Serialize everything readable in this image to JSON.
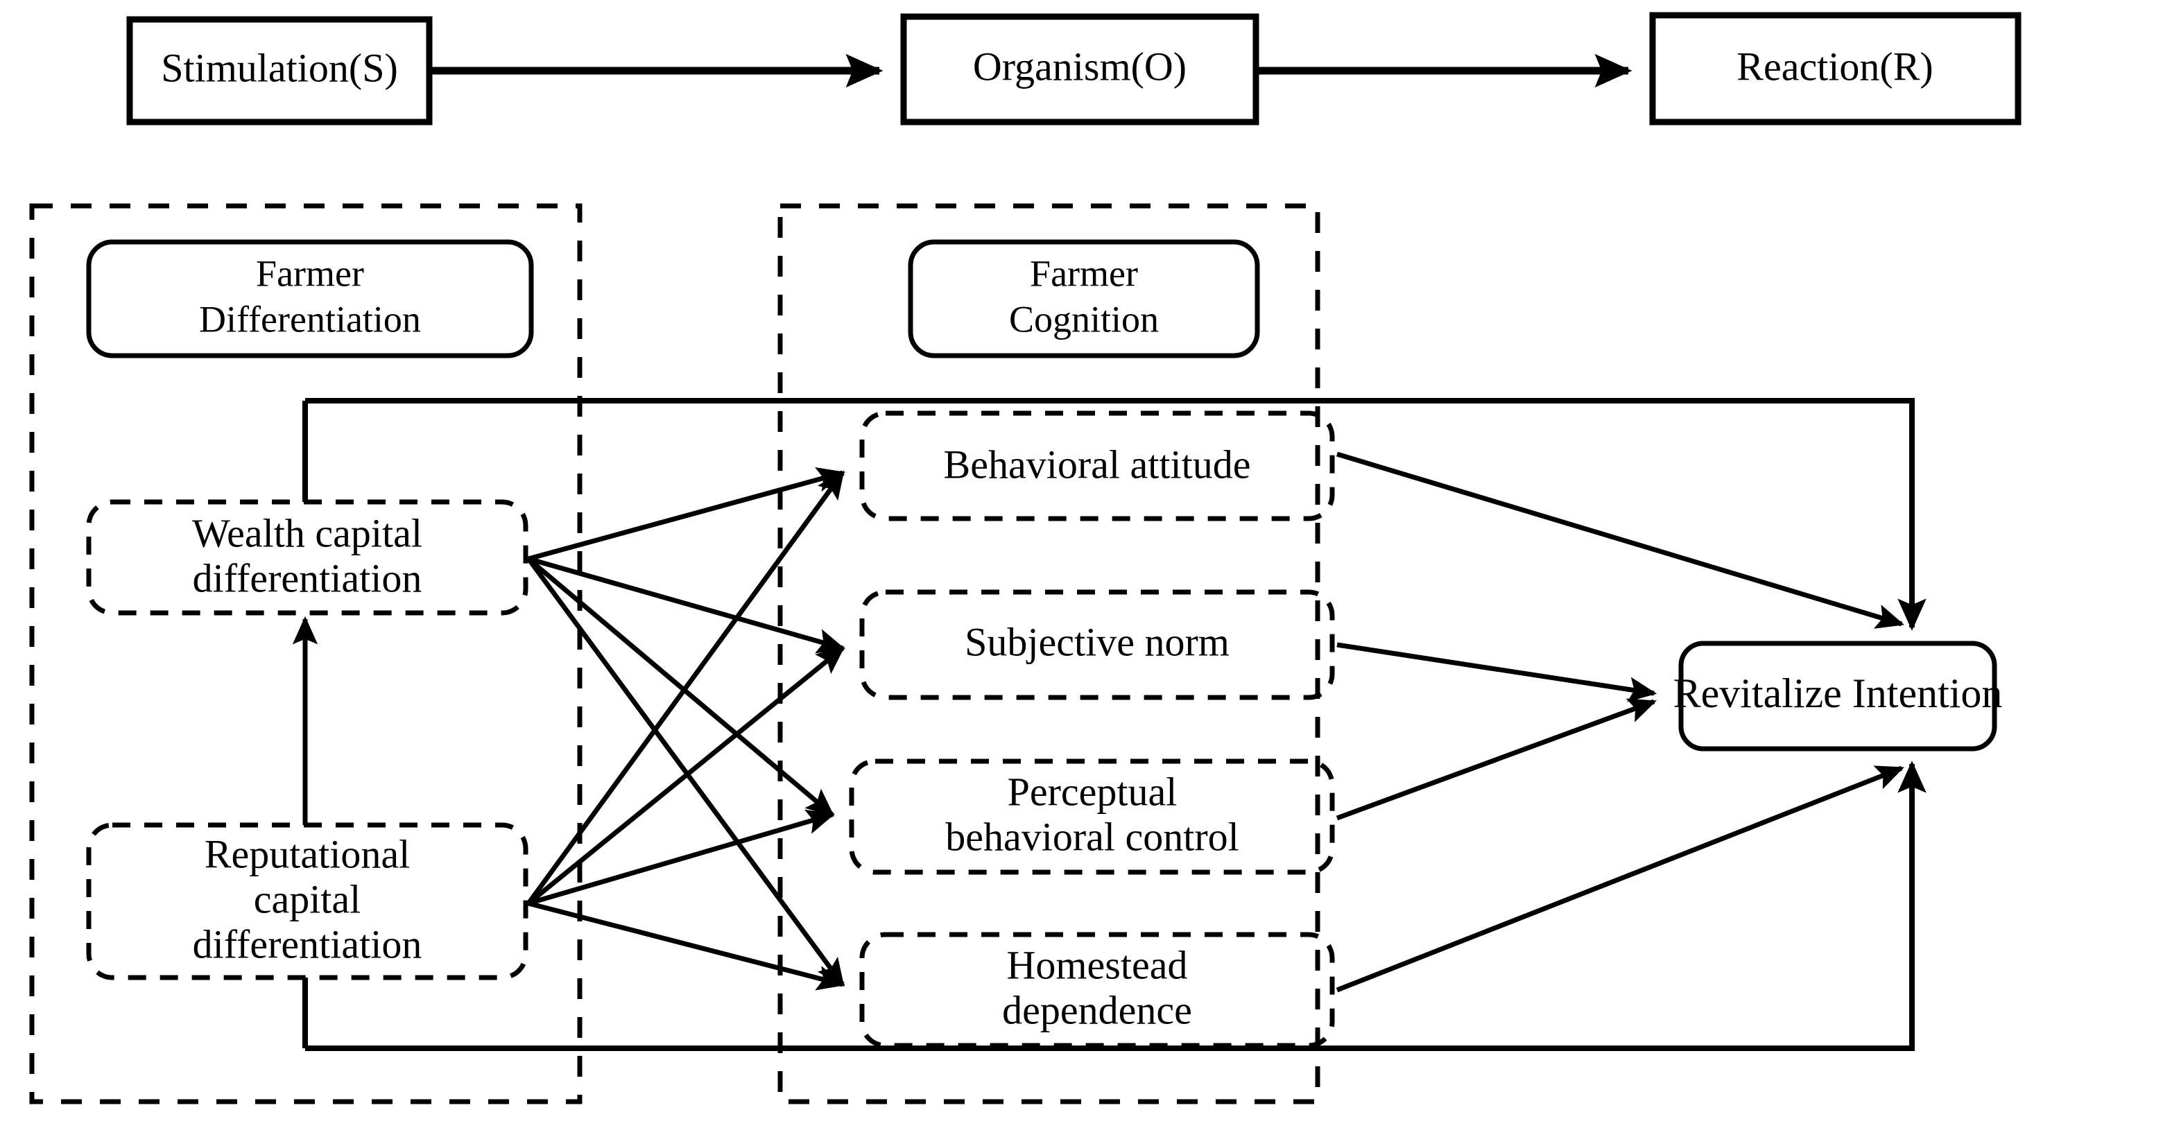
{
  "diagram": {
    "title": "Farmer Differentiation - Farmer Cognition - Revitalize Intention research model",
    "sor_chain": {
      "nodes": [
        {
          "id": "stimulation",
          "label": "Stimulation(S)"
        },
        {
          "id": "organism",
          "label": "Organism(O)"
        },
        {
          "id": "reaction",
          "label": "Reaction(R)"
        }
      ],
      "connector_icon": "arrow-right-icon"
    },
    "groups": [
      {
        "id": "farmer-differentiation",
        "label_line1": "Farmer",
        "label_line2": "Differentiation"
      },
      {
        "id": "farmer-cognition",
        "label_line1": "Farmer",
        "label_line2": "Cognition"
      }
    ],
    "antecedents": [
      {
        "id": "wealth-capital",
        "label_line1": "Wealth capital",
        "label_line2": "differentiation"
      },
      {
        "id": "reputational-capital",
        "label_line1": "Reputational",
        "label_line2": "capital",
        "label_line3": "differentiation"
      }
    ],
    "mediators": [
      {
        "id": "behavioral-attitude",
        "label_line1": "Behavioral attitude",
        "label_line2": ""
      },
      {
        "id": "subjective-norm",
        "label_line1": "Subjective norm",
        "label_line2": ""
      },
      {
        "id": "perceptual-behavioral-control",
        "label_line1": "Perceptual",
        "label_line2": "behavioral control"
      },
      {
        "id": "homestead-dependence",
        "label_line1": "Homestead",
        "label_line2": "dependence"
      }
    ],
    "outcome": {
      "id": "revitalize-intention",
      "label": "Revitalize Intention"
    },
    "colors": {
      "stroke": "#000000",
      "fill": "#ffffff",
      "background": "#ffffff"
    }
  }
}
